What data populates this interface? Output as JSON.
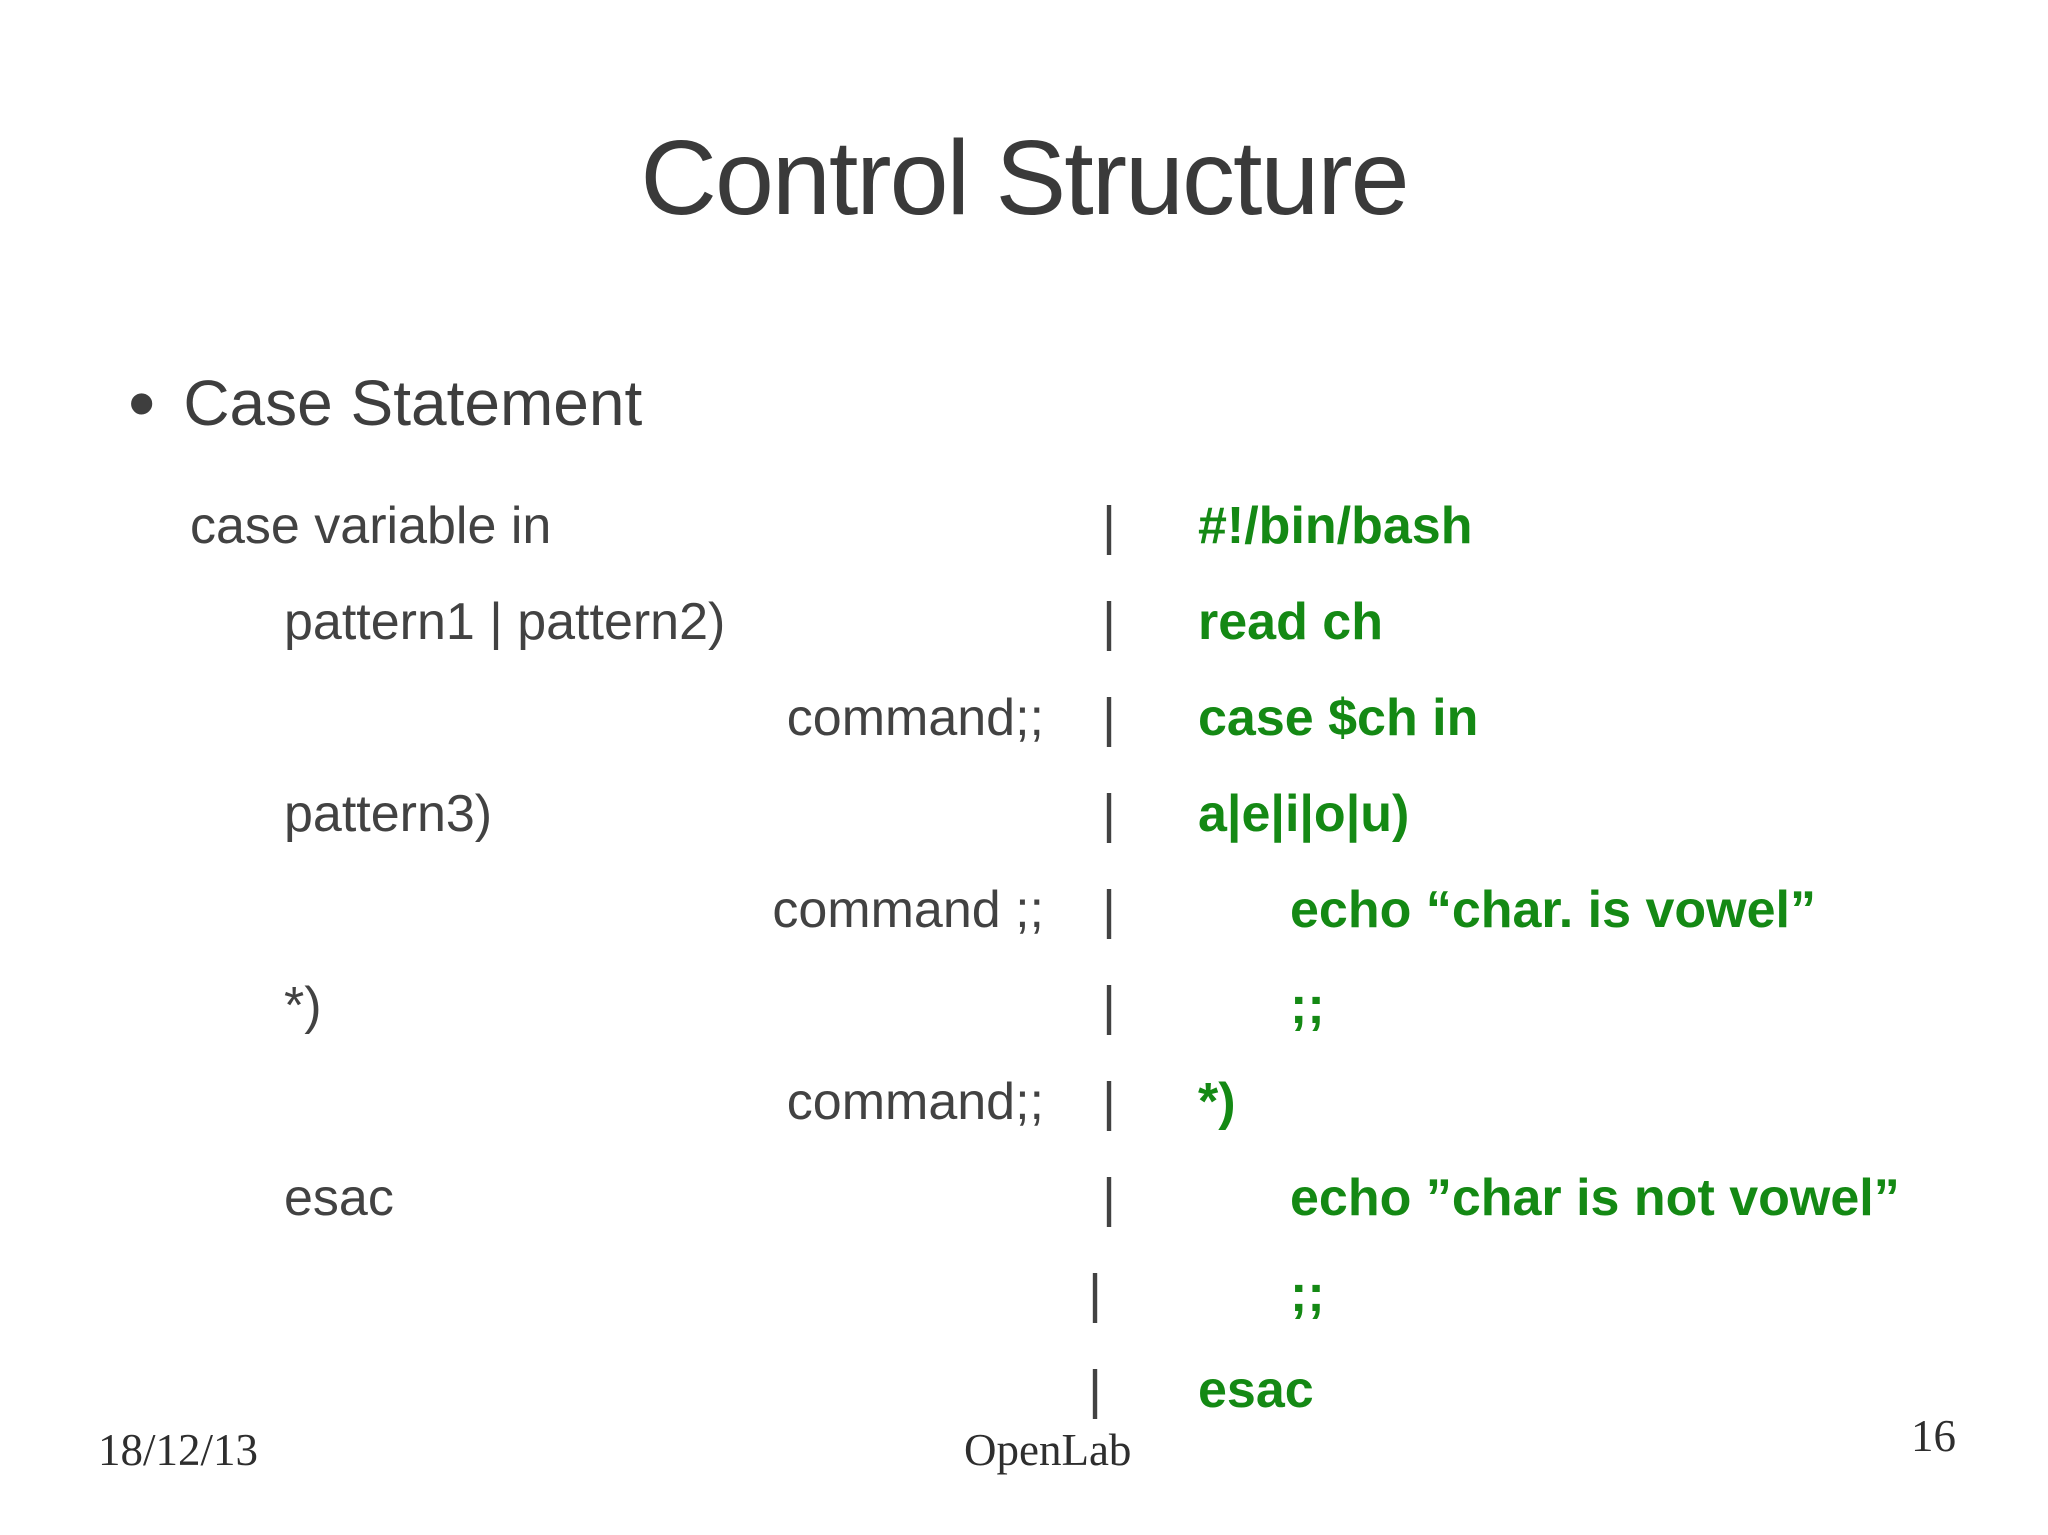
{
  "slide": {
    "title": "Control Structure",
    "bullet": {
      "marker": "•",
      "label": "Case Statement"
    },
    "code_rows": [
      {
        "left": "case variable in",
        "pipe": "|",
        "right": "#!/bin/bash"
      },
      {
        "left": "pattern1 | pattern2)",
        "pipe": "|",
        "right": "read ch"
      },
      {
        "left": "command;;",
        "pipe": "|",
        "right": "case $ch in"
      },
      {
        "left": "pattern3)",
        "pipe": "|",
        "right": "a|e|i|o|u)"
      },
      {
        "left": "command ;;",
        "pipe": "|",
        "right": "echo “char. is vowel”"
      },
      {
        "left": "*)",
        "pipe": "|",
        "right": ";;"
      },
      {
        "left": "command;;",
        "pipe": "|",
        "right": "*)"
      },
      {
        "left": "esac",
        "pipe": "|",
        "right": "echo ”char is not vowel”"
      },
      {
        "left": "",
        "pipe": "|",
        "right": ";;"
      },
      {
        "left": "",
        "pipe": "|",
        "right": "esac"
      }
    ],
    "footer": {
      "date": "18/12/13",
      "center": "OpenLab",
      "page": "16"
    },
    "colors": {
      "code_green": "#148914",
      "text_gray": "#3e3e3e"
    }
  }
}
